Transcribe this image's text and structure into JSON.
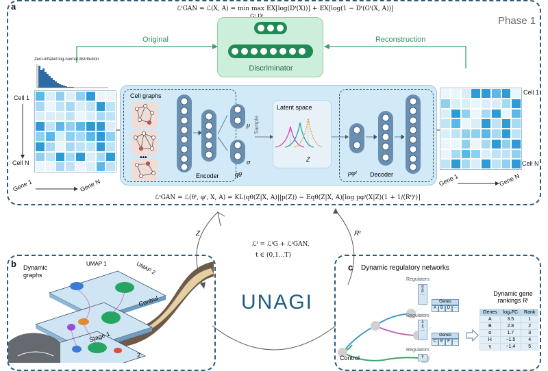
{
  "panel_a": {
    "letter": "a",
    "phase_label": "Phase 1",
    "gan_formula_top": "ℒᵗGAN = ℒ(X, A) = min   max 𝔼X[log(Dᵗ(X))] + 𝔼X[log(1 − Dᵗ(Gᵗ(X, A))]",
    "gan_formula_sub": "Gᵗ    Dᵗ",
    "discriminator_label": "Discriminator",
    "original_label": "Original",
    "reconstruction_label": "Reconstruction",
    "histogram_title": "Zero-inflated log-normal distribution",
    "cell_1_left": "Cell 1",
    "cell_n_left": "Cell N",
    "gene_1_left": "Gene 1",
    "gene_n_left": "Gene N",
    "cell_1_right": "Cell 1",
    "cell_n_right": "Cell N",
    "gene_1_right": "Gene 1",
    "gene_n_right": "Gene N",
    "cell_graphs_label": "Cell graphs",
    "encoder_label": "Encoder",
    "q_theta_label": "qθ",
    "mu_label": "μ",
    "sigma_label": "σ",
    "sample_label": "Sample",
    "latent_space_label": "Latent space",
    "z_label": "Z",
    "p_phi_label": "pφᵗ",
    "decoder_label": "Decoder",
    "vae_formula": "ℒᵗGAN = ℒ(θᵗ, φᵗ, X, A) = KL(qθ(Z|X, A)||p(Z)) − 𝔼qθ(Z|X, A)[log pφᵗ(X|Z)(1 + 1/(Rᵗ)ᵗ)]"
  },
  "center": {
    "z_arrow_label": "Z",
    "r_arrow_label": "Rᵗ",
    "loss_formula": "ℒᵗ = ℒᵗG + ℒᵗGAN,",
    "t_range": "t ∈ (0,1...T)",
    "title": "UNAGI"
  },
  "panel_b": {
    "letter": "b",
    "title_line1": "Dynamic",
    "title_line2": "graphs",
    "umap1": "UMAP 1",
    "umap2": "UMAP 2",
    "control_label": "Control",
    "stage1_label": "Stage 1",
    "stage2_label": "2"
  },
  "panel_c": {
    "letter": "c",
    "title": "Dynamic regulatory networks",
    "regulators_1": "Regulators",
    "regulators_2": "Regulators",
    "regulators_3": "Regulators",
    "reg_items_1": [
      "α",
      "β",
      "···"
    ],
    "reg_items_2": [
      "λ",
      "ξ",
      "···"
    ],
    "reg_items_3": [
      "γ"
    ],
    "genes_header_1": "Genes",
    "genes_items_1": [
      "A",
      "B",
      "D",
      "···"
    ],
    "genes_header_2": "Genes",
    "genes_items_2": [
      "C",
      "E",
      "F",
      "···"
    ],
    "control_label": "Control",
    "rankings_title_line1": "Dynamic gene",
    "rankings_title_line2": "rankings Rᵗ",
    "ranking_table": {
      "headers": [
        "Genes",
        "log₂FC",
        "Rank"
      ],
      "rows": [
        [
          "A",
          "3.5",
          "1"
        ],
        [
          "B",
          "2.8",
          "2"
        ],
        [
          "α",
          "1.7",
          "3"
        ],
        [
          "H",
          "−1.5",
          "4"
        ],
        [
          "γ",
          "−1.4",
          "5"
        ]
      ]
    }
  },
  "colors": {
    "frame": "#2d5877",
    "discriminator_fill": "#cdeedb",
    "discriminator_nodes": "#208a54",
    "vae_fill": "#d2eaf7",
    "title": "#1f5a80"
  }
}
